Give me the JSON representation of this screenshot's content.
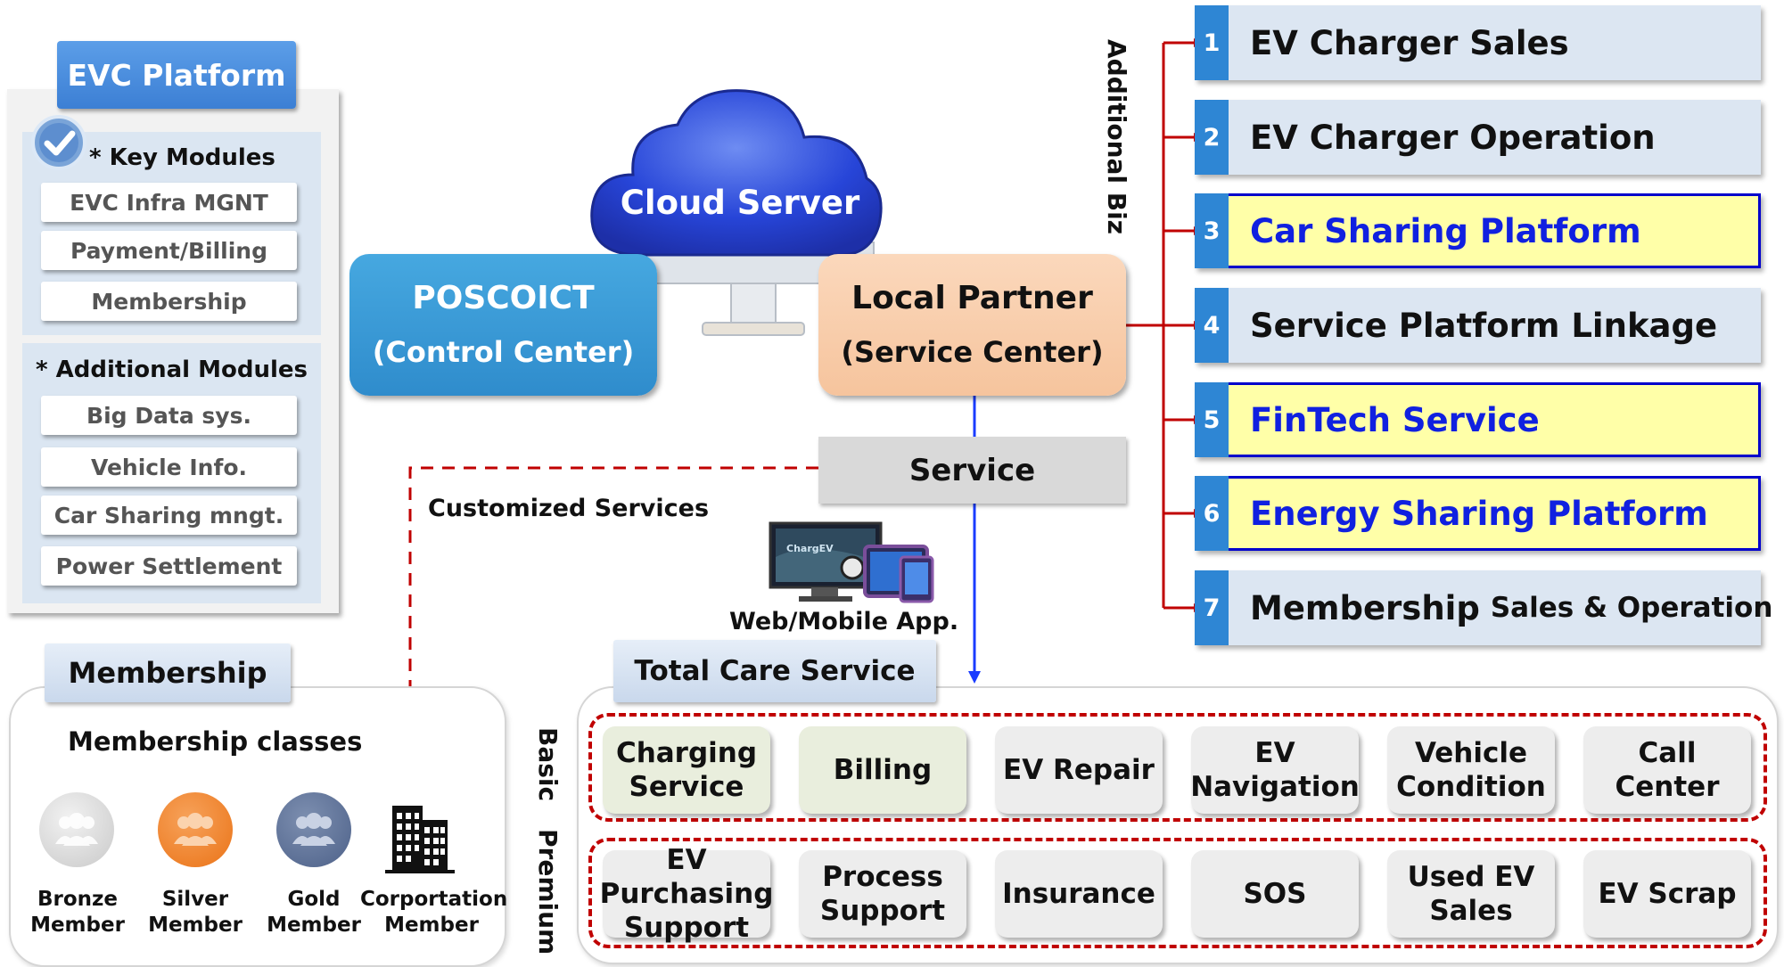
{
  "evc_platform": {
    "title": "EVC Platform",
    "key_modules_title": "* Key Modules",
    "key_modules": [
      "EVC Infra MGNT",
      "Payment/Billing",
      "Membership"
    ],
    "additional_modules_title": "* Additional Modules",
    "additional_modules": [
      "Big Data sys.",
      "Vehicle Info.",
      "Car Sharing mngt.",
      "Power Settlement"
    ]
  },
  "membership": {
    "title": "Membership",
    "classes_title": "Membership classes",
    "members": [
      {
        "line1": "Bronze",
        "line2": "Member",
        "color": "#d9d9d9"
      },
      {
        "line1": "Silver",
        "line2": "Member",
        "color": "#f07f22"
      },
      {
        "line1": "Gold",
        "line2": "Member",
        "color": "#5b6f92"
      },
      {
        "line1": "Corportation",
        "line2": "Member"
      }
    ]
  },
  "center": {
    "cloud": "Cloud Server",
    "control_line1": "POSCOICT",
    "control_line2": "(Control Center)",
    "partner_line1": "Local Partner",
    "partner_line2": "(Service Center)",
    "service": "Service",
    "customized": "Customized Services",
    "app_caption": "Web/Mobile App.",
    "total_care": "Total Care Service"
  },
  "additional_biz": {
    "label": "Additional Biz",
    "items": [
      {
        "num": "1",
        "label": "EV Charger Sales",
        "small": "",
        "highlight": false
      },
      {
        "num": "2",
        "label": "EV Charger Operation",
        "small": "",
        "highlight": false
      },
      {
        "num": "3",
        "label": "Car Sharing Platform",
        "small": "",
        "highlight": true
      },
      {
        "num": "4",
        "label": "Service Platform Linkage",
        "small": "",
        "highlight": false
      },
      {
        "num": "5",
        "label": "FinTech Service",
        "small": "",
        "highlight": true
      },
      {
        "num": "6",
        "label": "Energy Sharing Platform",
        "small": "",
        "highlight": true
      },
      {
        "num": "7",
        "label": "Membership",
        "small": "Sales & Operation",
        "highlight": false
      }
    ]
  },
  "services": {
    "basic_label": "Basic",
    "premium_label": "Premium",
    "basic": [
      "Charging\nService",
      "Billing",
      "EV Repair",
      "EV\nNavigation",
      "Vehicle\nCondition",
      "Call\nCenter"
    ],
    "premium": [
      "EV\nPurchasing\nSupport",
      "Process\nSupport",
      "Insurance",
      "SOS",
      "Used EV\nSales",
      "EV Scrap"
    ]
  },
  "colors": {
    "accent_blue": "#2e86d4",
    "highlight_yellow": "#ffffa8",
    "highlight_border": "#0000cc",
    "dashed_red": "#c00000",
    "arrow_red": "#c00000",
    "arrow_blue": "#1a3cff"
  }
}
